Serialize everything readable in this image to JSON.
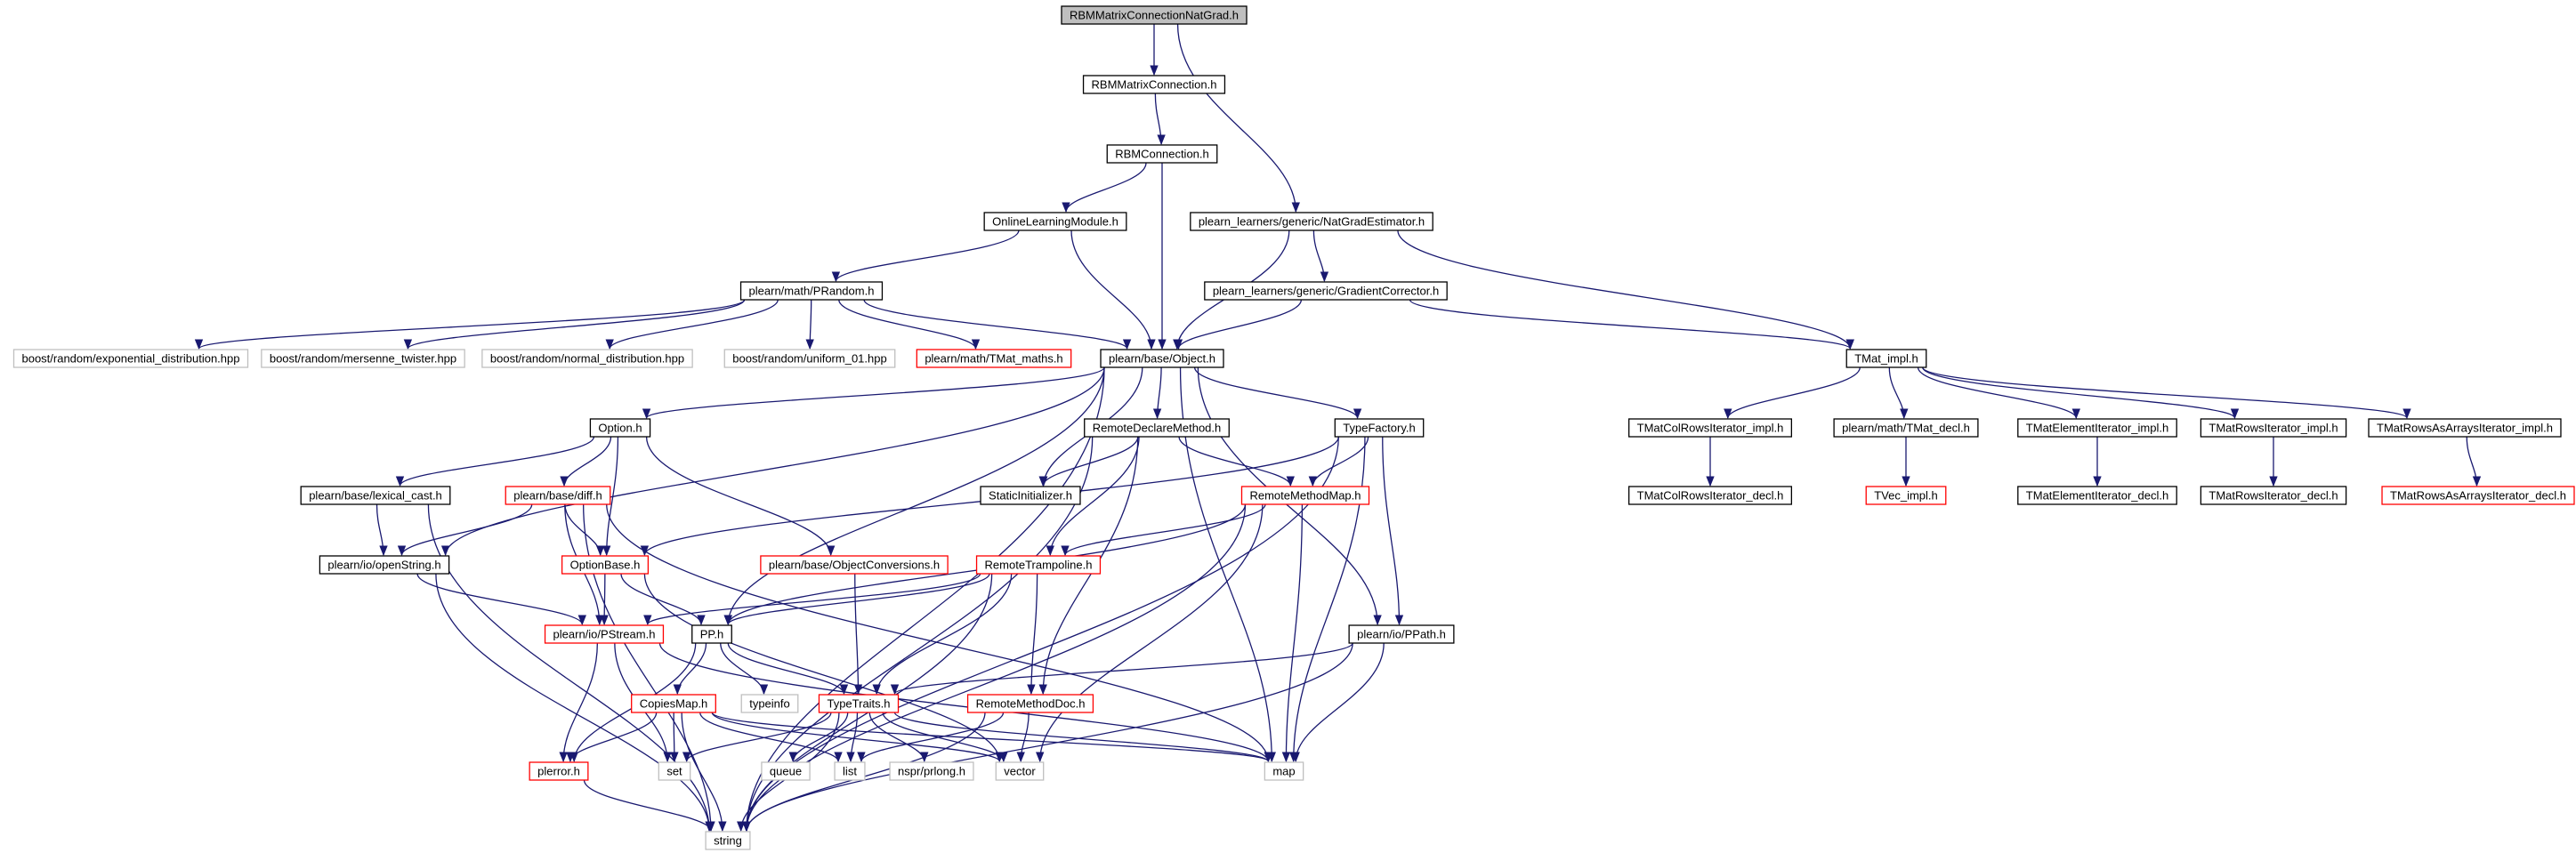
{
  "colors": {
    "edge": "#191970",
    "box_normal": "#000000",
    "box_truncated": "#ff0000",
    "box_external": "#bfbfbf",
    "box_root_fill": "#bfbfbf"
  },
  "graph": {
    "nodes": [
      {
        "id": "root",
        "label": "RBMMatrixConnectionNatGrad.h",
        "style": "root"
      },
      {
        "id": "rbmmc",
        "label": "RBMMatrixConnection.h",
        "style": "normal"
      },
      {
        "id": "rbmc",
        "label": "RBMConnection.h",
        "style": "normal"
      },
      {
        "id": "olm",
        "label": "OnlineLearningModule.h",
        "style": "normal"
      },
      {
        "id": "nge",
        "label": "plearn_learners/generic/NatGradEstimator.h",
        "style": "normal"
      },
      {
        "id": "gc",
        "label": "plearn_learners/generic/GradientCorrector.h",
        "style": "normal"
      },
      {
        "id": "prandom",
        "label": "plearn/math/PRandom.h",
        "style": "normal"
      },
      {
        "id": "bexp",
        "label": "boost/random/exponential_distribution.hpp",
        "style": "external"
      },
      {
        "id": "bmt",
        "label": "boost/random/mersenne_twister.hpp",
        "style": "external"
      },
      {
        "id": "bnorm",
        "label": "boost/random/normal_distribution.hpp",
        "style": "external"
      },
      {
        "id": "buni",
        "label": "boost/random/uniform_01.hpp",
        "style": "external"
      },
      {
        "id": "tmaths",
        "label": "plearn/math/TMat_maths.h",
        "style": "truncated"
      },
      {
        "id": "object",
        "label": "plearn/base/Object.h",
        "style": "normal"
      },
      {
        "id": "tmatimpl",
        "label": "TMat_impl.h",
        "style": "normal"
      },
      {
        "id": "option",
        "label": "Option.h",
        "style": "normal"
      },
      {
        "id": "rdm",
        "label": "RemoteDeclareMethod.h",
        "style": "normal"
      },
      {
        "id": "tfac",
        "label": "TypeFactory.h",
        "style": "normal"
      },
      {
        "id": "lexcast",
        "label": "plearn/base/lexical_cast.h",
        "style": "normal"
      },
      {
        "id": "diff",
        "label": "plearn/base/diff.h",
        "style": "truncated"
      },
      {
        "id": "sinit",
        "label": "StaticInitializer.h",
        "style": "normal"
      },
      {
        "id": "rmm",
        "label": "RemoteMethodMap.h",
        "style": "truncated"
      },
      {
        "id": "tcri",
        "label": "TMatColRowsIterator_impl.h",
        "style": "normal"
      },
      {
        "id": "tmdecl",
        "label": "plearn/math/TMat_decl.h",
        "style": "normal"
      },
      {
        "id": "teii",
        "label": "TMatElementIterator_impl.h",
        "style": "normal"
      },
      {
        "id": "tri",
        "label": "TMatRowsIterator_impl.h",
        "style": "normal"
      },
      {
        "id": "trai",
        "label": "TMatRowsAsArraysIterator_impl.h",
        "style": "normal"
      },
      {
        "id": "tcrd",
        "label": "TMatColRowsIterator_decl.h",
        "style": "normal"
      },
      {
        "id": "tvec",
        "label": "TVec_impl.h",
        "style": "truncated"
      },
      {
        "id": "ted",
        "label": "TMatElementIterator_decl.h",
        "style": "normal"
      },
      {
        "id": "trd",
        "label": "TMatRowsIterator_decl.h",
        "style": "normal"
      },
      {
        "id": "trad",
        "label": "TMatRowsAsArraysIterator_decl.h",
        "style": "truncated"
      },
      {
        "id": "openstr",
        "label": "plearn/io/openString.h",
        "style": "normal"
      },
      {
        "id": "optbase",
        "label": "OptionBase.h",
        "style": "truncated"
      },
      {
        "id": "objconv",
        "label": "plearn/base/ObjectConversions.h",
        "style": "truncated"
      },
      {
        "id": "rtramp",
        "label": "RemoteTrampoline.h",
        "style": "truncated"
      },
      {
        "id": "pstream",
        "label": "plearn/io/PStream.h",
        "style": "truncated"
      },
      {
        "id": "pp",
        "label": "PP.h",
        "style": "normal"
      },
      {
        "id": "ppath",
        "label": "plearn/io/PPath.h",
        "style": "normal"
      },
      {
        "id": "typeinfo",
        "label": "typeinfo",
        "style": "external"
      },
      {
        "id": "copies",
        "label": "CopiesMap.h",
        "style": "truncated"
      },
      {
        "id": "ttraits",
        "label": "TypeTraits.h",
        "style": "truncated"
      },
      {
        "id": "rmdoc",
        "label": "RemoteMethodDoc.h",
        "style": "truncated"
      },
      {
        "id": "perror",
        "label": "plerror.h",
        "style": "truncated"
      },
      {
        "id": "set",
        "label": "set",
        "style": "external"
      },
      {
        "id": "queue",
        "label": "queue",
        "style": "external"
      },
      {
        "id": "list",
        "label": "list",
        "style": "external"
      },
      {
        "id": "nspr",
        "label": "nspr/prlong.h",
        "style": "external"
      },
      {
        "id": "vector",
        "label": "vector",
        "style": "external"
      },
      {
        "id": "map",
        "label": "map",
        "style": "external"
      },
      {
        "id": "string",
        "label": "string",
        "style": "external"
      }
    ],
    "edges": [
      [
        "root",
        "rbmmc"
      ],
      [
        "root",
        "nge"
      ],
      [
        "rbmmc",
        "rbmc"
      ],
      [
        "rbmc",
        "olm"
      ],
      [
        "rbmc",
        "object"
      ],
      [
        "olm",
        "prandom"
      ],
      [
        "olm",
        "object"
      ],
      [
        "nge",
        "gc"
      ],
      [
        "nge",
        "object"
      ],
      [
        "nge",
        "tmatimpl"
      ],
      [
        "gc",
        "object"
      ],
      [
        "gc",
        "tmatimpl"
      ],
      [
        "prandom",
        "bexp"
      ],
      [
        "prandom",
        "bmt"
      ],
      [
        "prandom",
        "bnorm"
      ],
      [
        "prandom",
        "buni"
      ],
      [
        "prandom",
        "tmaths"
      ],
      [
        "prandom",
        "object"
      ],
      [
        "object",
        "option"
      ],
      [
        "object",
        "rdm"
      ],
      [
        "object",
        "tfac"
      ],
      [
        "object",
        "sinit"
      ],
      [
        "object",
        "openstr"
      ],
      [
        "object",
        "pp"
      ],
      [
        "object",
        "ppath"
      ],
      [
        "object",
        "map"
      ],
      [
        "object",
        "string"
      ],
      [
        "tmatimpl",
        "tcri"
      ],
      [
        "tmatimpl",
        "tmdecl"
      ],
      [
        "tmatimpl",
        "teii"
      ],
      [
        "tmatimpl",
        "tri"
      ],
      [
        "tmatimpl",
        "trai"
      ],
      [
        "tcri",
        "tcrd"
      ],
      [
        "tmdecl",
        "tvec"
      ],
      [
        "teii",
        "ted"
      ],
      [
        "tri",
        "trd"
      ],
      [
        "trai",
        "trad"
      ],
      [
        "option",
        "lexcast"
      ],
      [
        "option",
        "diff"
      ],
      [
        "option",
        "optbase"
      ],
      [
        "option",
        "objconv"
      ],
      [
        "lexcast",
        "openstr"
      ],
      [
        "lexcast",
        "string"
      ],
      [
        "diff",
        "openstr"
      ],
      [
        "diff",
        "optbase"
      ],
      [
        "diff",
        "pstream"
      ],
      [
        "diff",
        "map"
      ],
      [
        "diff",
        "string"
      ],
      [
        "rdm",
        "sinit"
      ],
      [
        "rdm",
        "rmm"
      ],
      [
        "rdm",
        "rtramp"
      ],
      [
        "rdm",
        "rmdoc"
      ],
      [
        "rdm",
        "string"
      ],
      [
        "tfac",
        "rmm"
      ],
      [
        "tfac",
        "optbase"
      ],
      [
        "tfac",
        "ppath"
      ],
      [
        "tfac",
        "map"
      ],
      [
        "tfac",
        "string"
      ],
      [
        "rmm",
        "pp"
      ],
      [
        "rmm",
        "rtramp"
      ],
      [
        "rmm",
        "map"
      ],
      [
        "rmm",
        "vector"
      ],
      [
        "rmm",
        "string"
      ],
      [
        "openstr",
        "pstream"
      ],
      [
        "openstr",
        "string"
      ],
      [
        "optbase",
        "pp"
      ],
      [
        "optbase",
        "pstream"
      ],
      [
        "optbase",
        "vector"
      ],
      [
        "objconv",
        "ttraits"
      ],
      [
        "rtramp",
        "pstream"
      ],
      [
        "rtramp",
        "pp"
      ],
      [
        "rtramp",
        "ttraits"
      ],
      [
        "rtramp",
        "rmdoc"
      ],
      [
        "rtramp",
        "string"
      ],
      [
        "pstream",
        "perror"
      ],
      [
        "pstream",
        "set"
      ],
      [
        "pstream",
        "map"
      ],
      [
        "pp",
        "copies"
      ],
      [
        "pp",
        "typeinfo"
      ],
      [
        "pp",
        "ttraits"
      ],
      [
        "pp",
        "perror"
      ],
      [
        "ppath",
        "ttraits"
      ],
      [
        "ppath",
        "map"
      ],
      [
        "ppath",
        "string"
      ],
      [
        "copies",
        "perror"
      ],
      [
        "copies",
        "set"
      ],
      [
        "copies",
        "list"
      ],
      [
        "copies",
        "vector"
      ],
      [
        "copies",
        "map"
      ],
      [
        "copies",
        "string"
      ],
      [
        "ttraits",
        "set"
      ],
      [
        "ttraits",
        "queue"
      ],
      [
        "ttraits",
        "list"
      ],
      [
        "ttraits",
        "nspr"
      ],
      [
        "ttraits",
        "vector"
      ],
      [
        "ttraits",
        "map"
      ],
      [
        "ttraits",
        "string"
      ],
      [
        "rmdoc",
        "list"
      ],
      [
        "rmdoc",
        "vector"
      ],
      [
        "rmdoc",
        "string"
      ],
      [
        "perror",
        "string"
      ]
    ]
  }
}
